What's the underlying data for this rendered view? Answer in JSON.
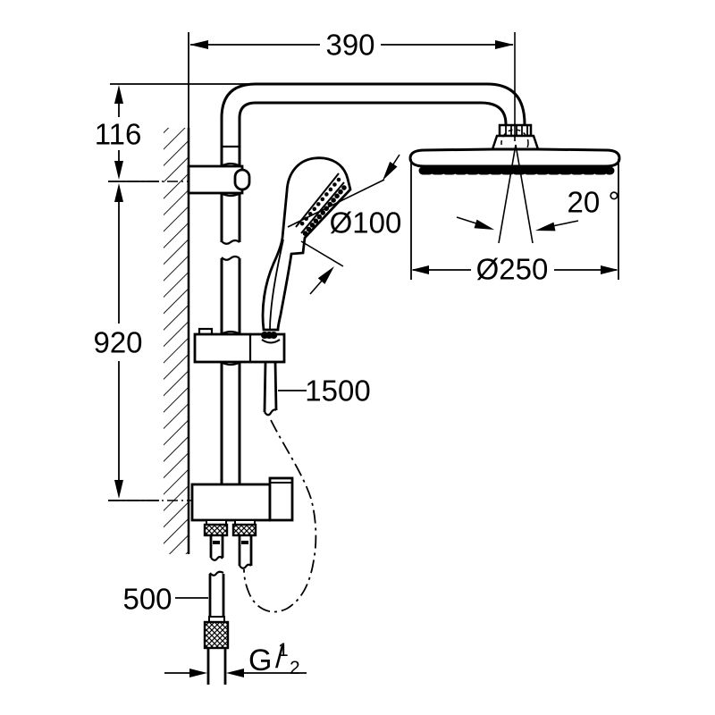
{
  "meta": {
    "background_color": "#ffffff",
    "line_color": "#000000"
  },
  "dimensions": {
    "arm_projection": "390",
    "head_drop": "116",
    "rail_length": "920",
    "hand_shower_diameter": "Ø100",
    "head_spray_angle": "20 °",
    "head_shower_diameter": "Ø250",
    "shower_hose_length": "1500",
    "supply_pipe_length": "500",
    "thread": {
      "prefix": "G",
      "numerator": "1",
      "slash": "/",
      "denominator": "2"
    }
  }
}
